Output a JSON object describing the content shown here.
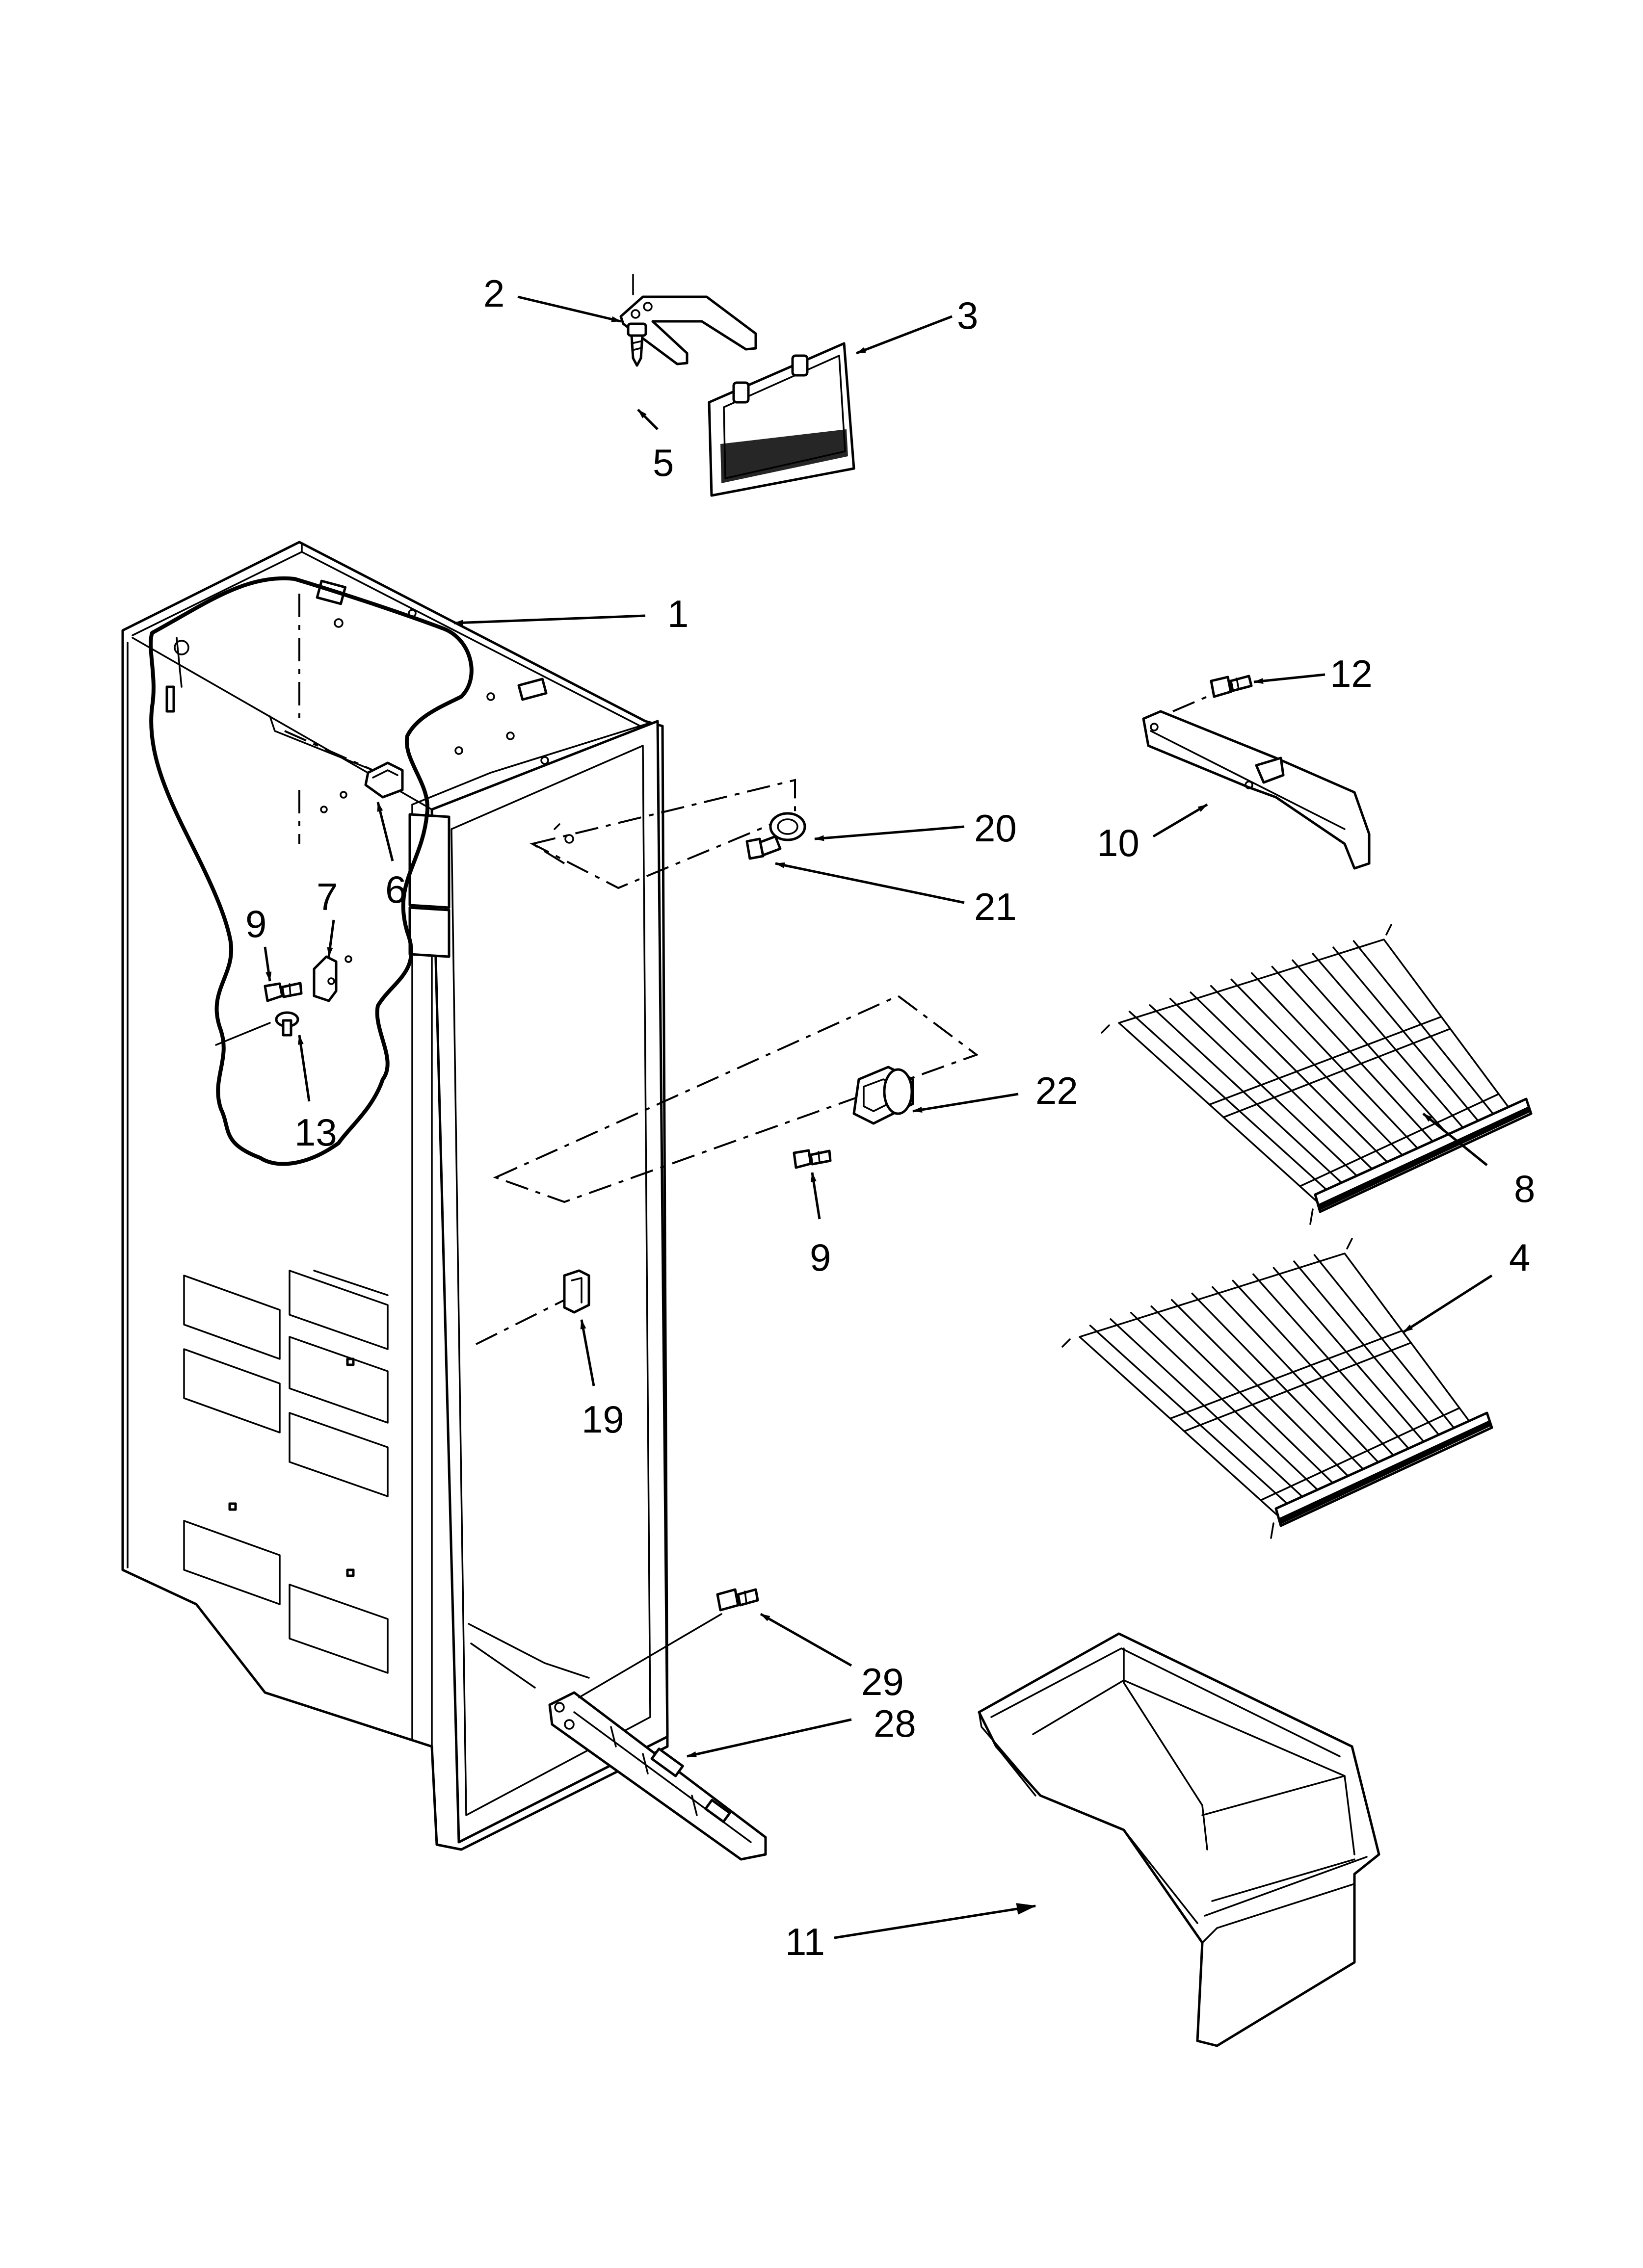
{
  "diagram": {
    "callouts": [
      {
        "id": "1",
        "label": "1"
      },
      {
        "id": "2",
        "label": "2"
      },
      {
        "id": "3",
        "label": "3"
      },
      {
        "id": "4",
        "label": "4"
      },
      {
        "id": "5",
        "label": "5"
      },
      {
        "id": "6",
        "label": "6"
      },
      {
        "id": "7",
        "label": "7"
      },
      {
        "id": "8",
        "label": "8"
      },
      {
        "id": "9a",
        "label": "9"
      },
      {
        "id": "9b",
        "label": "9"
      },
      {
        "id": "10",
        "label": "10"
      },
      {
        "id": "11",
        "label": "11"
      },
      {
        "id": "12",
        "label": "12"
      },
      {
        "id": "13",
        "label": "13"
      },
      {
        "id": "19",
        "label": "19"
      },
      {
        "id": "20",
        "label": "20"
      },
      {
        "id": "21",
        "label": "21"
      },
      {
        "id": "22",
        "label": "22"
      },
      {
        "id": "28",
        "label": "28"
      },
      {
        "id": "29",
        "label": "29"
      }
    ]
  }
}
